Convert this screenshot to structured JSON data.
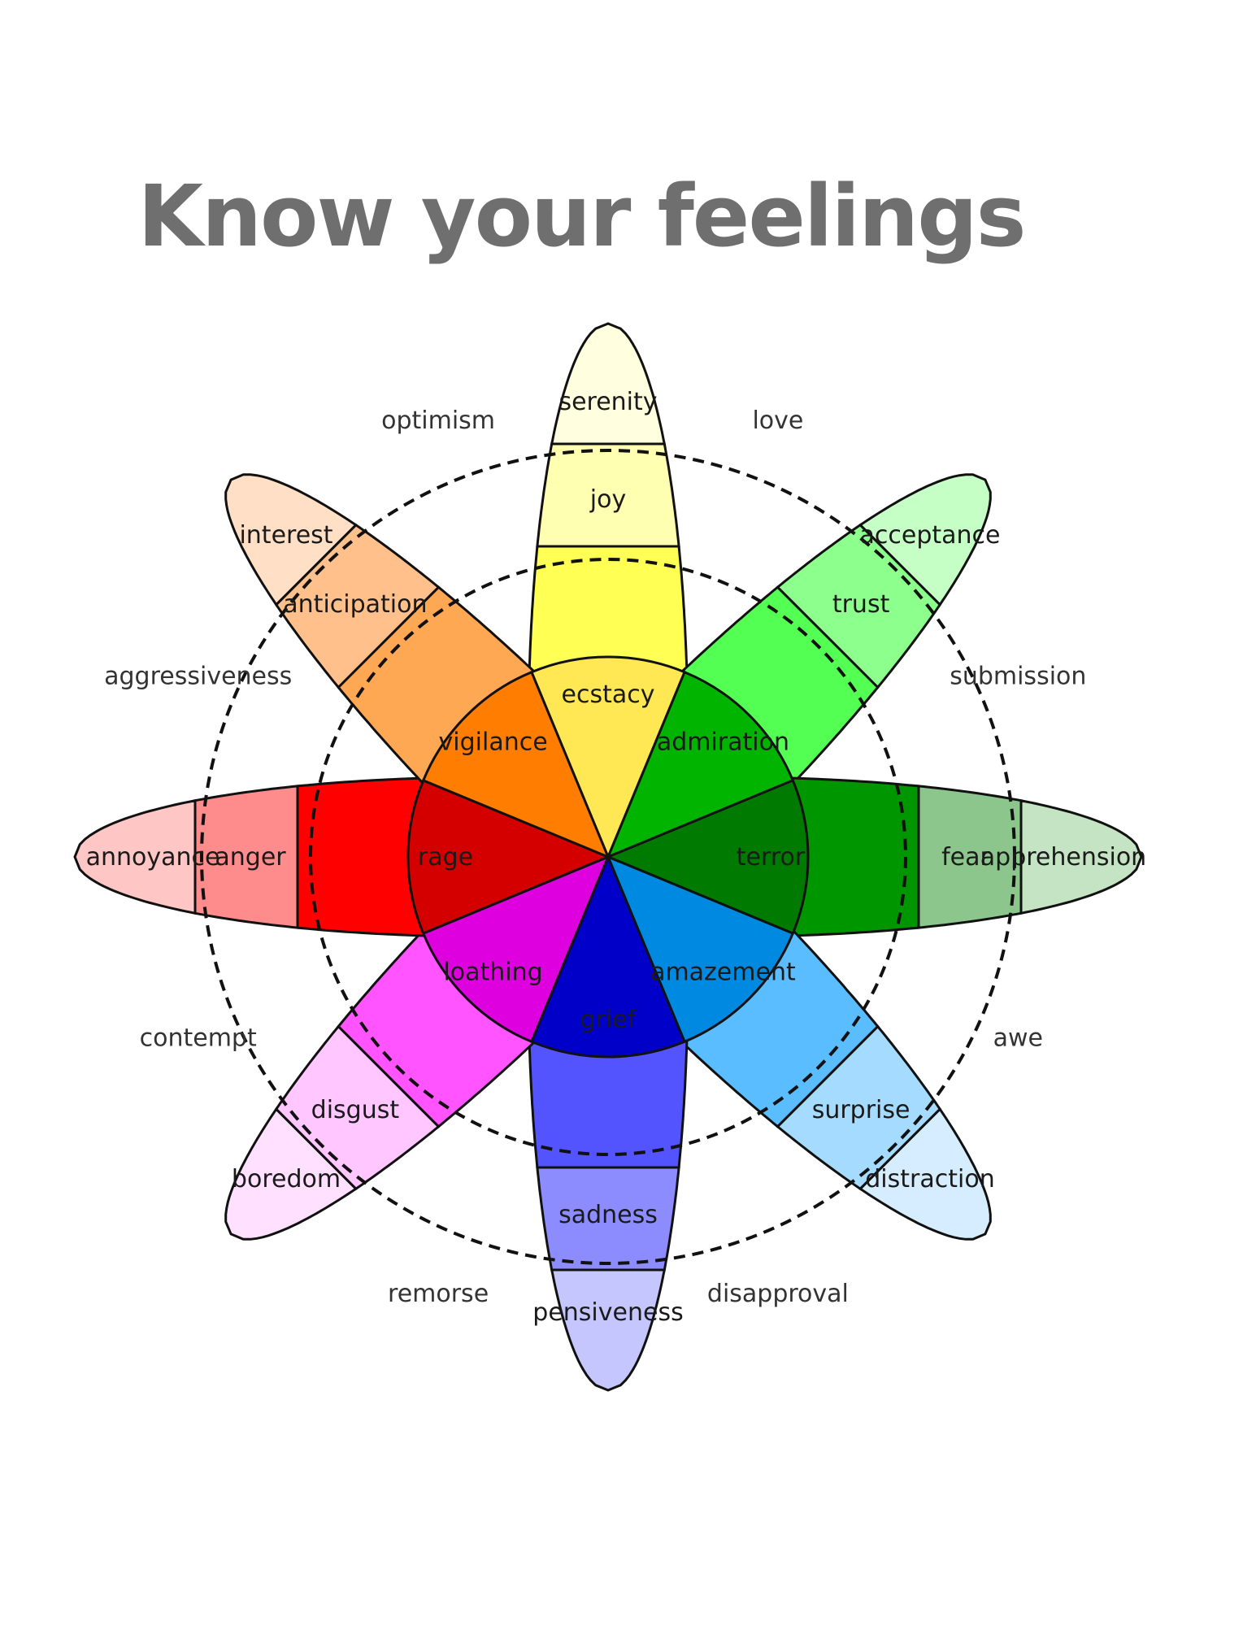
{
  "title": "Know your feelings",
  "petals": [
    {
      "key": "joy",
      "labels": [
        "serenity",
        "joy",
        "ecstacy"
      ],
      "colors": [
        "#ffffe0",
        "#ffffb1",
        "#ffff54",
        "#ffe854"
      ]
    },
    {
      "key": "trust",
      "labels": [
        "acceptance",
        "trust",
        "admiration"
      ],
      "colors": [
        "#c6ffc6",
        "#8cff8c",
        "#54ff54",
        "#00b400"
      ]
    },
    {
      "key": "fear",
      "labels": [
        "apprehension",
        "fear",
        "terror"
      ],
      "colors": [
        "#c4e4c4",
        "#8cc68c",
        "#009600",
        "#007a00"
      ]
    },
    {
      "key": "surprise",
      "labels": [
        "distraction",
        "surprise",
        "amazement"
      ],
      "colors": [
        "#d6ecff",
        "#a5dbff",
        "#59bdff",
        "#0089e0"
      ]
    },
    {
      "key": "sadness",
      "labels": [
        "pensiveness",
        "sadness",
        "grief"
      ],
      "colors": [
        "#c6c6ff",
        "#8c8cff",
        "#5454ff",
        "#0000c8"
      ]
    },
    {
      "key": "disgust",
      "labels": [
        "boredom",
        "disgust",
        "loathing"
      ],
      "colors": [
        "#ffe0ff",
        "#ffc6ff",
        "#ff54ff",
        "#de00de"
      ]
    },
    {
      "key": "anger",
      "labels": [
        "annoyance",
        "anger",
        "rage"
      ],
      "colors": [
        "#ffc6c6",
        "#ff8c8c",
        "#ff0000",
        "#d40000"
      ]
    },
    {
      "key": "anticipation",
      "labels": [
        "interest",
        "anticipation",
        "vigilance"
      ],
      "colors": [
        "#ffe0c6",
        "#ffc08c",
        "#ffa854",
        "#ff7d00"
      ]
    }
  ],
  "dyads": [
    {
      "label": "love"
    },
    {
      "label": "submission"
    },
    {
      "label": "awe"
    },
    {
      "label": "disapproval"
    },
    {
      "label": "remorse"
    },
    {
      "label": "contempt"
    },
    {
      "label": "aggressiveness"
    },
    {
      "label": "optimism"
    }
  ]
}
